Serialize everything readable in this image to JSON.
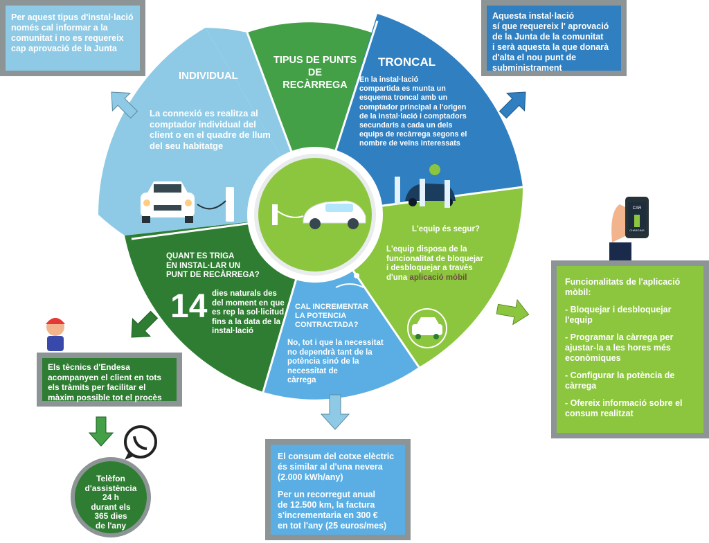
{
  "colors": {
    "light_blue": "#8ecae6",
    "dark_blue": "#2f7fc1",
    "mid_green": "#43a047",
    "lime": "#8cc63f",
    "dark_green": "#2e7d32",
    "sky": "#5aaee3",
    "frame_gray": "#8d9496"
  },
  "center": {
    "title": "TIPUS DE PUNTS\nDE\nRECÀRREGA"
  },
  "individual": {
    "heading": "INDIVIDUAL",
    "text": "La connexió es realitza al\ncomptador individual del\nclient o en el quadre de llum\ndel seu habitatge"
  },
  "troncal": {
    "heading": "TRONCAL",
    "text": "En la instal·lació\ncompartida es munta un\nesquema troncal amb un\ncomptador principal a l'origen\nde la instal·lació i comptadors\nsecundaris a cada un dels\nequips de recàrrega segons el\nnombre de veïns interessats"
  },
  "safety": {
    "question": "L'equip és segur?",
    "text": "L'equip disposa de la\nfuncionalitat de bloquejar\ni desbloquejar a través\nd'una",
    "highlight": "aplicació mòbil"
  },
  "install_time": {
    "question": "QUANT ES TRIGA\nEN INSTAL·LAR UN\nPUNT DE RECÀRREGA?",
    "number": "14",
    "text": "dies naturals des\ndel moment en que\nes rep la sol·licitud\nfins a la data de la\ninstal·lació"
  },
  "power": {
    "question": "CAL INCREMENTAR\nLA POTENCIA\nCONTRACTADA?",
    "text": "No, tot i que la necessitat\nno dependrà tant de la\npotència sinó de la\nnecessitat de\ncàrrega"
  },
  "box_top_left": {
    "text": "Per aquest tipus d'instal·lació\nnomés cal informar a la\ncomunitat i no es requereix\ncap aprovació de la Junta"
  },
  "box_top_right": {
    "text": "Aquesta instal·lació\nsí que requereix l' aprovació\nde la Junta de la comunitat\ni serà aquesta la que donarà\nd'alta el nou punt de\nsubministrament"
  },
  "box_app": {
    "title": "Funcionalitats de l'aplicació\nmòbil:",
    "items": [
      "- Bloquejar i desbloquejar\n  l'equip",
      "- Programar la càrrega per\n  ajustar-la a les hores més\n  econòmiques",
      "- Configurar la potència de\n  càrrega",
      "- Ofereix informació sobre el\n  consum realitzat"
    ]
  },
  "box_left": {
    "text": "Els tècnics d'Endesa\nacompanyen el client en tots\nels tràmits per facilitar el\nmàxim possible tot el procès"
  },
  "phone_circle": {
    "text": "Telèfon\nd'assistència\n24 h\ndurant els\n365 dies\nde l'any"
  },
  "box_bottom": {
    "p1": "El consum del cotxe elèctric\nés similar al d'una nevera\n(2.000 kWh/any)",
    "p2": "Per un recorregut anual\nde 12.500 km, la factura\ns'incrementaria en 300 €\nen tot l'any (25 euros/mes)"
  },
  "phone_screen": {
    "line1": "CAR",
    "line2": "CHARGING"
  }
}
